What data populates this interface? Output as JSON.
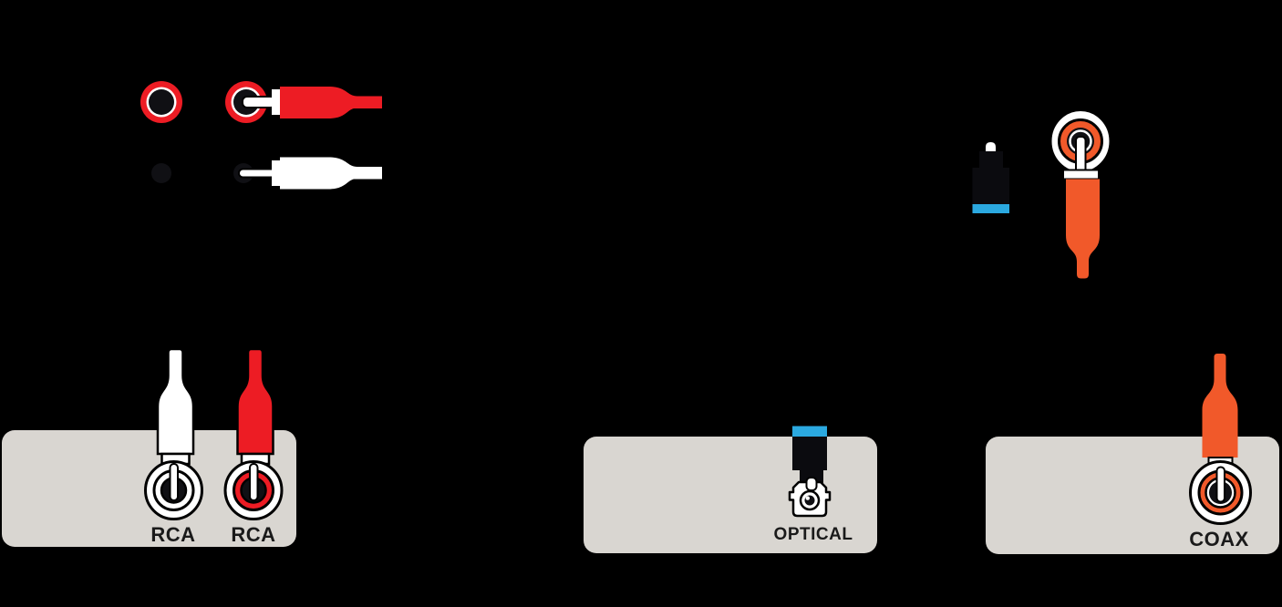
{
  "colors": {
    "background": "#000000",
    "red": "#ED1C24",
    "orange": "#F1592A",
    "blue": "#2BA9E0",
    "panel": "#D9D6D1",
    "connector_black": "#0B0B0F",
    "hole_dark": "#101014",
    "label": "#1A1A1A"
  },
  "icons": {
    "top_left": [
      "rca-jack-red-empty-icon",
      "rca-jack-red-with-plug-icon",
      "rca-plug-red-icon",
      "rca-jack-dark-empty-icon",
      "rca-jack-dark-with-plug-icon",
      "rca-plug-white-icon"
    ],
    "top_right": [
      "optical-toslink-plug-icon",
      "coax-jack-icon",
      "coax-plug-icon"
    ],
    "bottom": [
      "rca-plug-white-inserted-icon",
      "rca-jack-white-icon",
      "rca-plug-red-inserted-icon",
      "rca-jack-red-icon",
      "optical-plug-inserted-icon",
      "toslink-port-icon",
      "coax-plug-inserted-icon",
      "coax-jack-orange-icon"
    ]
  },
  "panels": [
    {
      "name": "rca-panel",
      "labels": [
        "RCA",
        "RCA"
      ]
    },
    {
      "name": "optical-panel",
      "labels": [
        "OPTICAL"
      ]
    },
    {
      "name": "coax-panel",
      "labels": [
        "COAX"
      ]
    }
  ]
}
